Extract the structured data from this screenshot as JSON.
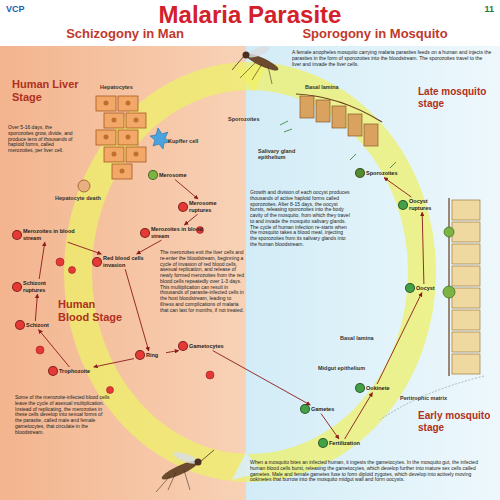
{
  "diagram": {
    "title": "Malaria Parasite",
    "nodes": [
      {
        "text": [
          "Merosome"
        ]
      },
      {
        "text": [
          "Merosome ruptures"
        ]
      },
      {
        "text": [
          "Merozoites in blood stream"
        ]
      },
      {
        "text": [
          "Red blood cells invasion"
        ]
      },
      {
        "text": [
          "Ring"
        ]
      },
      {
        "text": [
          "Trophozoite"
        ]
      },
      {
        "text": [
          "Schizont"
        ]
      },
      {
        "text": [
          "Schizont ruptures"
        ]
      },
      {
        "text": [
          "Merozoites in blood stream"
        ]
      },
      {
        "text": [
          "Gametocytes"
        ]
      },
      {
        "text": [
          "Gametes"
        ]
      },
      {
        "text": [
          "Fertilization"
        ]
      },
      {
        "text": [
          "Ookinete"
        ]
      },
      {
        "text": [
          "Oocyst"
        ]
      },
      {
        "text": [
          "Oocyst ruptures"
        ]
      },
      {
        "text": [
          "Sporozoites"
        ]
      }
    ],
    "edges": [
      {
        "from": 0,
        "to": 1,
        "arrow": "to"
      },
      {
        "from": 1,
        "to": 2,
        "arrow": "to"
      },
      {
        "from": 2,
        "to": 3,
        "arrow": "to"
      },
      {
        "from": 3,
        "to": 4,
        "arrow": "to"
      },
      {
        "from": 4,
        "to": 5,
        "arrow": "to"
      },
      {
        "from": 5,
        "to": 6,
        "arrow": "to"
      },
      {
        "from": 6,
        "to": 7,
        "arrow": "to"
      },
      {
        "from": 7,
        "to": 8,
        "arrow": "to"
      },
      {
        "from": 8,
        "to": 3,
        "arrow": "to"
      },
      {
        "from": 4,
        "to": 9,
        "arrow": "to"
      },
      {
        "from": 9,
        "to": 10,
        "arrow": "to"
      },
      {
        "from": 10,
        "to": 11,
        "arrow": "to"
      },
      {
        "from": 11,
        "to": 12,
        "arrow": "to"
      },
      {
        "from": 12,
        "to": 13,
        "arrow": "to"
      },
      {
        "from": 13,
        "to": 14,
        "arrow": "to"
      },
      {
        "from": 14,
        "to": 15,
        "arrow": "to"
      }
    ],
    "labels": [
      "VCP",
      "11",
      "Schizogony in Man",
      "Sporogony in Mosquito",
      "Human Liver Stage",
      "Human Blood Stage",
      "Late mosquito stage",
      "Early mosquito stage",
      "A female anopheles mosquito carrying malaria parasites feeds on a human and injects the parasites in the form of sporozoites into the bloodstream. The sporozoites travel to the liver and invade the liver cells.",
      "Over 5-16 days, the sporozoites grow, divide, and produce tens of thousands of haploid forms, called merozoites, per liver cell.",
      "Growth and division of each oocyst produces thousands of active haploid forms called sporozoites. After 8-15 days, the oocyst bursts, releasing sporozoites into the body cavity of the mosquito, from which they travel to and invade the mosquito salivary glands. The cycle of human infection re-starts when the mosquito takes a blood meal, injecting the sporozoites from its salivary glands into the human bloodstream.",
      "The merozoites exit the liver cells and re-enter the bloodstream, beginning a cycle of invasion of red blood cells, asexual replication, and release of newly formed merozoites from the red blood cells repeatedly over 1-3 days. This multiplication can result in thousands of parasite-infected cells in the host bloodstream, leading to illness and complications of malaria that can last for months, if not treated.",
      "Some of the merozoite-infected blood cells leave the cycle of asexual multiplication. Instead of replicating, the merozoites in these cells develop into sexual forms of the parasite, called male and female gametocytes, that circulate in the bloodstream.",
      "When a mosquito bites an infected human, it ingests the gametocytes. In the mosquito gut, the infected human blood cells burst, releasing the gametocytes, which develop further into mature sex cells called gametes. Male and female gametes fuse to form diploid zygotes, which develop into actively moving ookinetes that burrow into the mosquito midgut wall and form oocysts.",
      "Hepatocytes",
      "Kupffer cell",
      "Hepatocyte death",
      "Basal lamina",
      "Sporozoites",
      "Salivary gland epithelium",
      "Basal lamina",
      "Midgut epithelium",
      "Peritrophic matrix"
    ]
  }
}
